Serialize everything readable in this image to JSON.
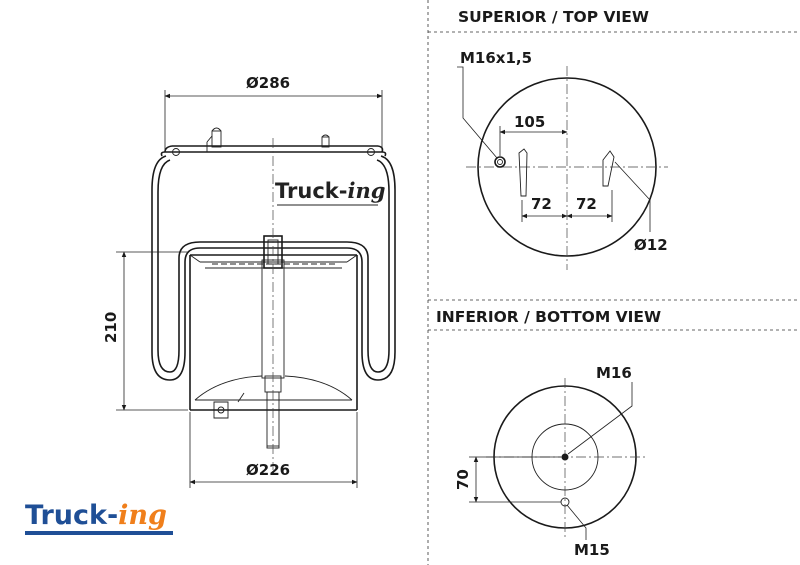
{
  "views": {
    "top_title": "SUPERIOR / TOP VIEW",
    "bottom_title": "INFERIOR / BOTTOM VIEW"
  },
  "dimensions": {
    "top_diameter": "Ø286",
    "bottom_diameter": "Ø226",
    "height": "210",
    "top_thread": "M16x1,5",
    "top_offset": "105",
    "top_spacing_left": "72",
    "top_spacing_right": "72",
    "top_hole": "Ø12",
    "bottom_thread": "M16",
    "bottom_offset": "70",
    "bottom_thread_small": "M15"
  },
  "brand": {
    "name_part1": "Truck-",
    "name_part2": "ing",
    "primary_color": "#1f4f96",
    "accent_color": "#f07f1b"
  }
}
